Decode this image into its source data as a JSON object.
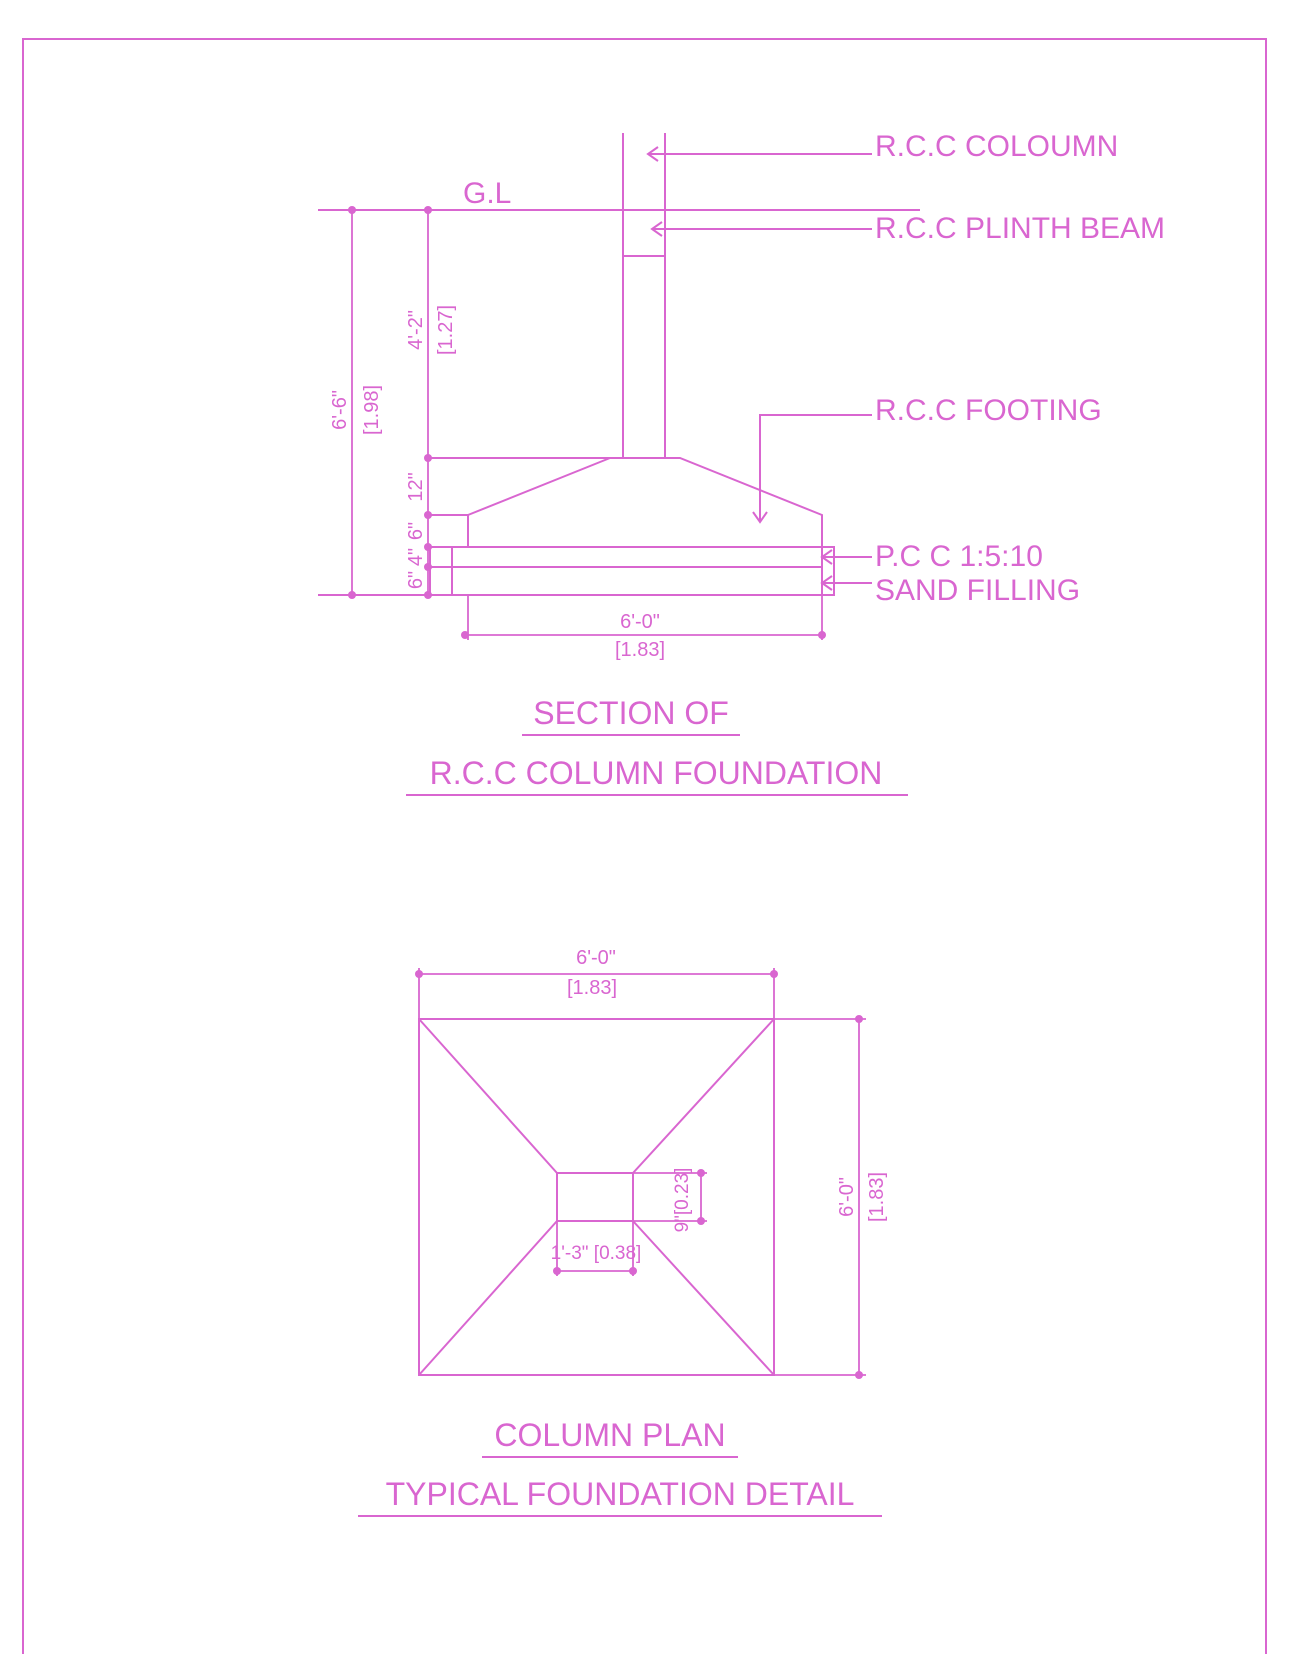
{
  "colors": {
    "line": "#d966d0",
    "background": "#ffffff"
  },
  "section": {
    "labels": {
      "column": "R.C.C COLOUMN",
      "plinth_beam": "R.C.C PLINTH BEAM",
      "ground_level": "G.L",
      "footing": "R.C.C FOOTING",
      "pcc": "P.C C 1:5:10",
      "sand": "SAND FILLING"
    },
    "dimensions": {
      "total_depth": "6'-6\"",
      "total_depth_m": "[1.98]",
      "gl_to_footing": "4'-2\"",
      "gl_to_footing_m": "[1.27]",
      "footing_slope": "12\"",
      "footing_base": "6\"",
      "pcc_thickness": "4\"",
      "sand_thickness": "6\"",
      "width": "6'-0\"",
      "width_m": "[1.83]"
    },
    "title_line1": "SECTION OF",
    "title_line2": "R.C.C COLUMN FOUNDATION"
  },
  "plan": {
    "dimensions": {
      "width": "6'-0\"",
      "width_m": "[1.83]",
      "height": "6'-0\"",
      "height_m": "[1.83]",
      "column_depth": "9\"[0.23]",
      "column_width": "1'-3\" [0.38]"
    },
    "title_line1": "COLUMN PLAN",
    "title_line2": "TYPICAL FOUNDATION DETAIL"
  }
}
